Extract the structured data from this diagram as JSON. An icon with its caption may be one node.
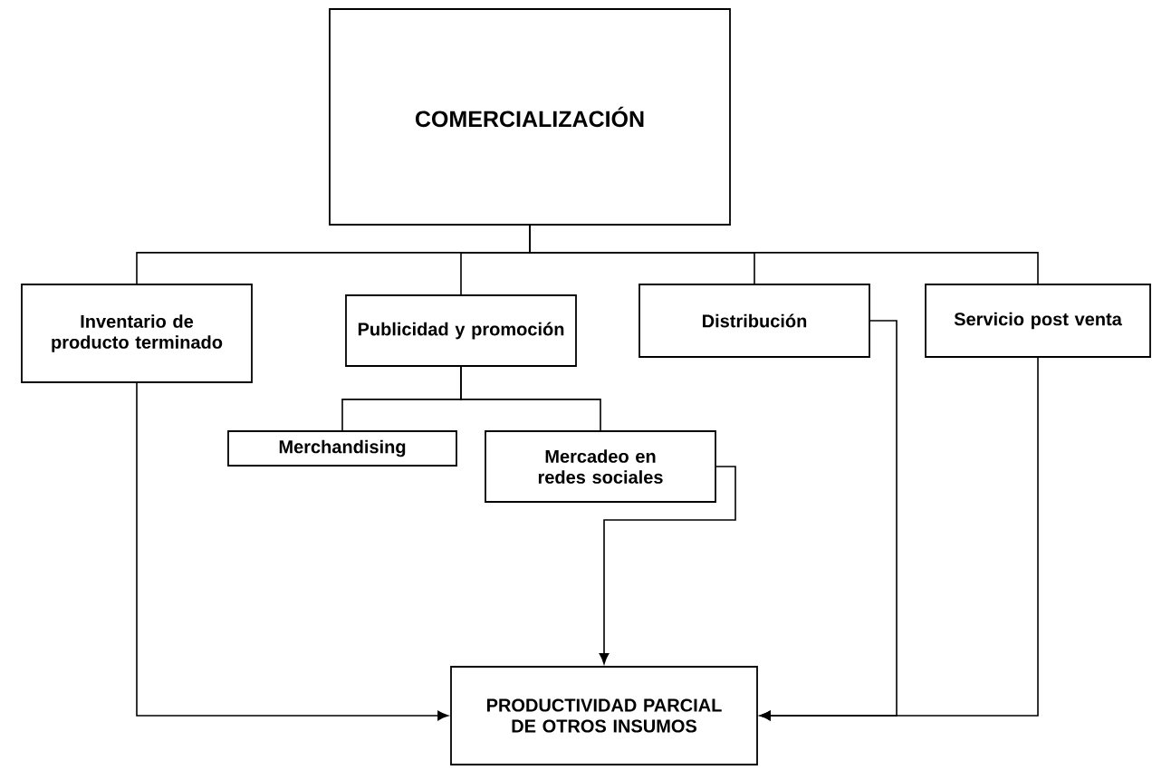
{
  "diagram": {
    "nodes": [
      {
        "text": [
          "COMERCIALIZACIÓN"
        ]
      },
      {
        "text": [
          "Inventario de producto terminado"
        ]
      },
      {
        "text": [
          "Publicidad y promoción"
        ]
      },
      {
        "text": [
          "Distribución"
        ]
      },
      {
        "text": [
          "Servicio post venta"
        ]
      },
      {
        "text": [
          "Merchandising"
        ]
      },
      {
        "text": [
          "Mercadeo en redes sociales"
        ]
      },
      {
        "text": [
          "PRODUCTIVIDAD PARCIAL DE OTROS INSUMOS"
        ]
      }
    ],
    "edges": [
      {
        "from": 0,
        "to": 1,
        "arrow": "none"
      },
      {
        "from": 0,
        "to": 2,
        "arrow": "none"
      },
      {
        "from": 0,
        "to": 3,
        "arrow": "none"
      },
      {
        "from": 0,
        "to": 4,
        "arrow": "none"
      },
      {
        "from": 2,
        "to": 5,
        "arrow": "none"
      },
      {
        "from": 2,
        "to": 6,
        "arrow": "none"
      },
      {
        "from": 1,
        "to": 7,
        "arrow": "to"
      },
      {
        "from": 6,
        "to": 7,
        "arrow": "to"
      },
      {
        "from": 3,
        "to": 7,
        "arrow": "to"
      },
      {
        "from": 4,
        "to": 7,
        "arrow": "to"
      }
    ]
  }
}
